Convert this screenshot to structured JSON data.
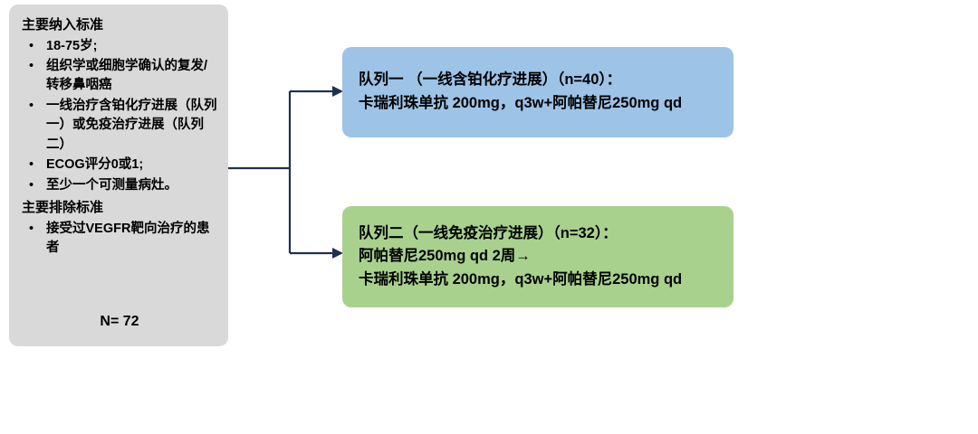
{
  "criteria_box": {
    "inclusion_header": "主要纳入标准",
    "inclusion_items": [
      "18-75岁;",
      "组织学或细胞学确认的复发/转移鼻咽癌",
      "一线治疗含铂化疗进展（队列一）或免疫治疗进展（队列二）",
      "ECOG评分0或1;",
      "至少一个可测量病灶。"
    ],
    "exclusion_header": "主要排除标准",
    "exclusion_items": [
      "接受过VEGFR靶向治疗的患者"
    ],
    "sample_size": "N= 72"
  },
  "cohort1_box": {
    "line1": "队列一 （一线含铂化疗进展）（n=40）：",
    "line2": "卡瑞利珠单抗 200mg，q3w+阿帕替尼250mg qd"
  },
  "cohort2_box": {
    "line1": "队列二（一线免疫治疗进展）（n=32）：",
    "line2": "阿帕替尼250mg qd 2周→",
    "line3": "卡瑞利珠单抗 200mg，q3w+阿帕替尼250mg qd"
  },
  "colors": {
    "criteria_fill": "#d9d9d9",
    "cohort1_fill": "#9dc3e6",
    "cohort2_fill": "#a9d18e",
    "arrow": "#1f3050",
    "text": "#000000"
  }
}
